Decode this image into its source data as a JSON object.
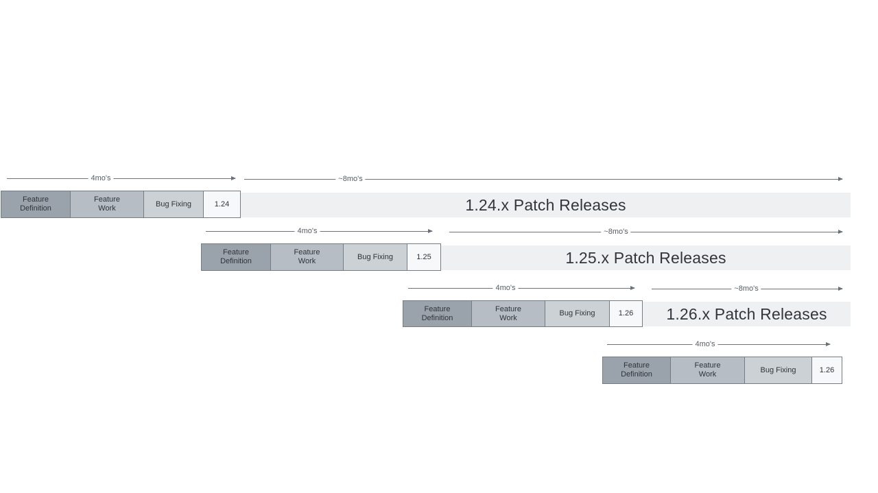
{
  "rows": [
    {
      "phases": {
        "definition": "Feature Definition",
        "work": "Feature Work",
        "bugfix": "Bug Fixing"
      },
      "version": "1.24",
      "patch_label": "1.24.x Patch Releases",
      "dev_duration_label": "4mo's",
      "patch_duration_label": "~8mo's"
    },
    {
      "phases": {
        "definition": "Feature Definition",
        "work": "Feature Work",
        "bugfix": "Bug Fixing"
      },
      "version": "1.25",
      "patch_label": "1.25.x Patch Releases",
      "dev_duration_label": "4mo's",
      "patch_duration_label": "~8mo's"
    },
    {
      "phases": {
        "definition": "Feature Definition",
        "work": "Feature Work",
        "bugfix": "Bug Fixing"
      },
      "version": "1.26",
      "patch_label": "1.26.x Patch Releases",
      "dev_duration_label": "4mo's",
      "patch_duration_label": "~8mo's"
    },
    {
      "phases": {
        "definition": "Feature Definition",
        "work": "Feature Work",
        "bugfix": "Bug Fixing"
      },
      "version": "1.26",
      "dev_duration_label": "4mo's"
    }
  ],
  "colors": {
    "phase_definition": "#9aa3ac",
    "phase_work": "#b6bdc4",
    "phase_bugfix": "#ccd1d6",
    "version_box": "#f7f8f9",
    "patch_bar": "#eef0f2",
    "border": "#737b83",
    "arrow": "#6b7178",
    "patch_text": "#32363b"
  }
}
